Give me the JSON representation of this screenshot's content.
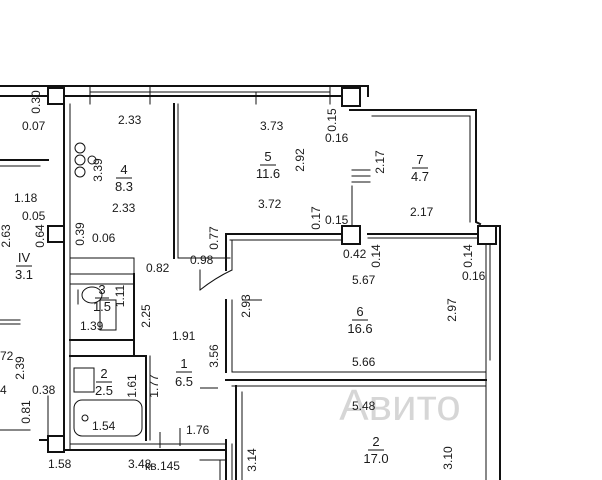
{
  "plan": {
    "apartment_label": "кв.145",
    "rooms": [
      {
        "number": "4",
        "area": "8.3"
      },
      {
        "number": "5",
        "area": "11.6"
      },
      {
        "number": "7",
        "area": "4.7"
      },
      {
        "number": "IV",
        "area": "3.1"
      },
      {
        "number": "3",
        "area": "1.5"
      },
      {
        "number": "6",
        "area": "16.6"
      },
      {
        "number": "1",
        "area": "6.5"
      },
      {
        "number": "2",
        "area": "2.5"
      },
      {
        "number": "2",
        "area": "17.0"
      }
    ],
    "dimensions": [
      "0.30",
      "0.07",
      "2.33",
      "3.73",
      "0.15",
      "0.16",
      "3.39",
      "2.92",
      "2.17",
      "1.18",
      "0.05",
      "2.33",
      "3.72",
      "0.17",
      "0.15",
      "2.17",
      "2.63",
      "0.64",
      "0.39",
      "0.06",
      "0.77",
      "0.42",
      "0.14",
      "0.14",
      "0.82",
      "0.98",
      "5.67",
      "0.16",
      "1.11",
      "2.25",
      "2.93",
      "2.97",
      "1.39",
      "1.91",
      "3.56",
      "72",
      "2.39",
      "1.61",
      "1.77",
      "5.66",
      "4",
      "0.38",
      "5.48",
      "0.81",
      "1.54",
      "1.76",
      "3.14",
      "3.10",
      "1.58",
      "3.48"
    ],
    "watermark": "Авито"
  }
}
